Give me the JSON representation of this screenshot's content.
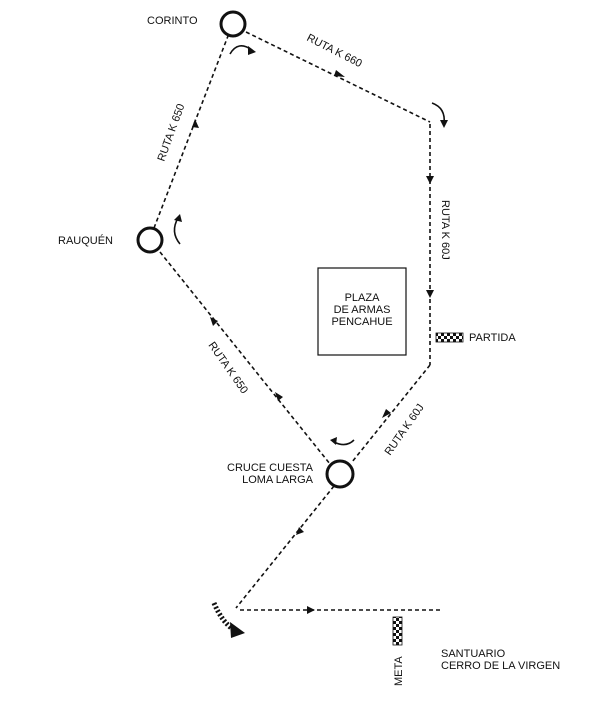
{
  "places": {
    "corinto": "CORINTO",
    "rauquen": "RAUQUÉN",
    "cruce_line1": "CRUCE CUESTA",
    "cruce_line2": "LOMA LARGA",
    "plaza_line1": "PLAZA",
    "plaza_line2": "DE ARMAS",
    "plaza_line3": "PENCAHUE",
    "santuario_line1": "SANTUARIO",
    "santuario_line2": "CERRO DE LA VIRGEN"
  },
  "markers": {
    "start": "PARTIDA",
    "finish": "META"
  },
  "routes": {
    "k660": "RUTA K 660",
    "k650_upper": "RUTA K 650",
    "k650_lower": "RUTA K 650",
    "k60j_upper": "RUTA K 60J",
    "k60j_lower": "RUTA K 60J"
  }
}
